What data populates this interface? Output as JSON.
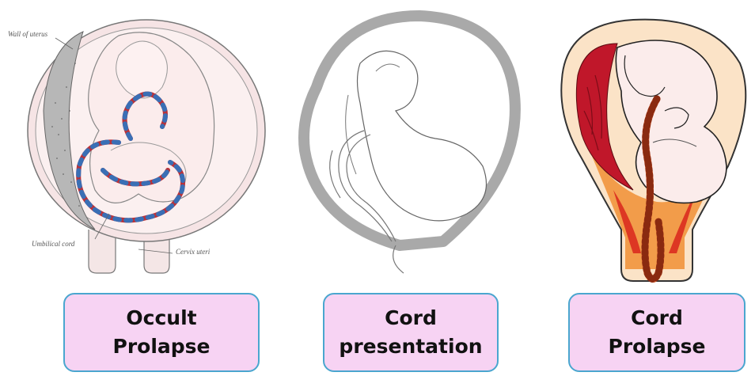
{
  "panels": [
    {
      "id": "occult",
      "label": "Occult\nProlapse",
      "annotations": {
        "wall": "Wall of uterus",
        "cord": "Umbilical cord",
        "cervix": "Cervix uteri"
      }
    },
    {
      "id": "presentation",
      "label": "Cord\npresentation"
    },
    {
      "id": "prolapse",
      "label": "Cord\nProlapse"
    }
  ],
  "colors": {
    "label_bg": "#f7d3f3",
    "label_border": "#4aa6cf",
    "cord_red": "#b8323a",
    "cord_blue": "#3a6fb5",
    "uterus_gray": "#a9a9a9",
    "placenta_red": "#c0172a",
    "tissue_orange": "#f08a2a"
  }
}
